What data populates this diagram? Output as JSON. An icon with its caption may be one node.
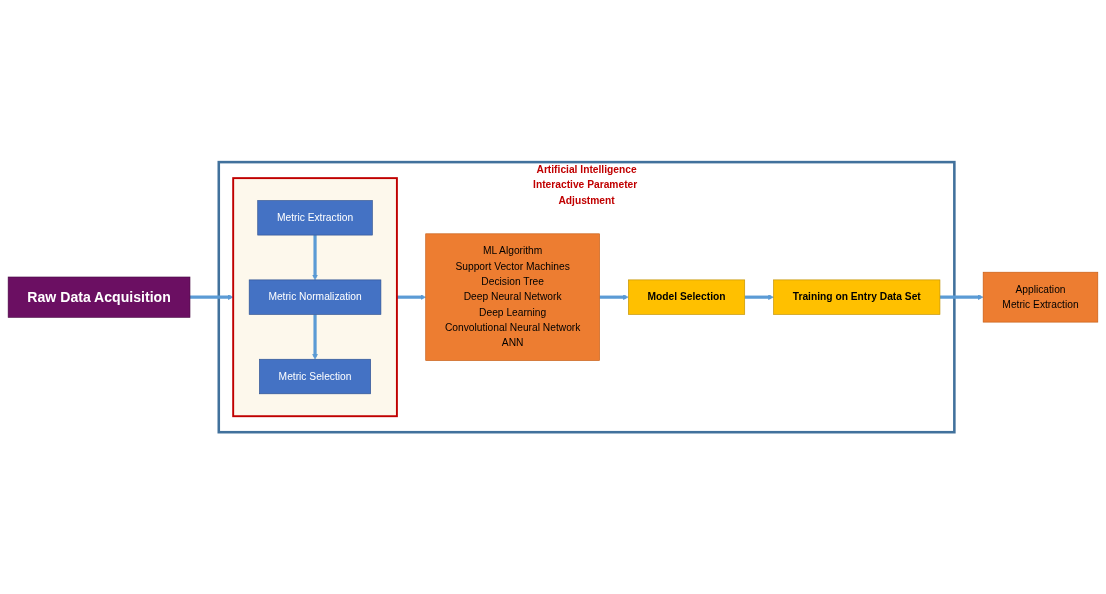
{
  "diagram": {
    "nodes": [
      {
        "text": [
          "Raw Data Acquisition"
        ]
      },
      {
        "text": [
          "Artificial Intelligence",
          "Interactive Parameter Adjustment"
        ]
      },
      {
        "text": [],
        "shape": "box",
        "in": 1
      },
      {
        "text": [
          "Metric Extraction"
        ],
        "in": 2
      },
      {
        "text": [
          "Metric Normalization"
        ],
        "in": 2
      },
      {
        "text": [
          "Metric Selection"
        ],
        "in": 2
      },
      {
        "text": [
          "ML Algorithm",
          "Support Vector Machines",
          "Decision Tree",
          "Deep Neural Network",
          "Deep Learning",
          "Convolutional Neural Network",
          "ANN"
        ],
        "in": 1
      },
      {
        "text": [
          "Model Selection"
        ],
        "in": 1
      },
      {
        "text": [
          "Training on Entry Data Set"
        ],
        "in": 1
      },
      {
        "text": [
          "Application",
          "Metric Extraction"
        ]
      }
    ],
    "edges": [
      {
        "from": 0,
        "to": 2,
        "arrow": "to"
      },
      {
        "from": 3,
        "to": 4,
        "arrow": "to"
      },
      {
        "from": 4,
        "to": 5,
        "arrow": "to"
      },
      {
        "from": 2,
        "to": 6,
        "arrow": "to"
      },
      {
        "from": 6,
        "to": 7,
        "arrow": "to"
      },
      {
        "from": 7,
        "to": 8,
        "arrow": "to"
      },
      {
        "from": 8,
        "to": 9,
        "arrow": "to"
      }
    ]
  }
}
